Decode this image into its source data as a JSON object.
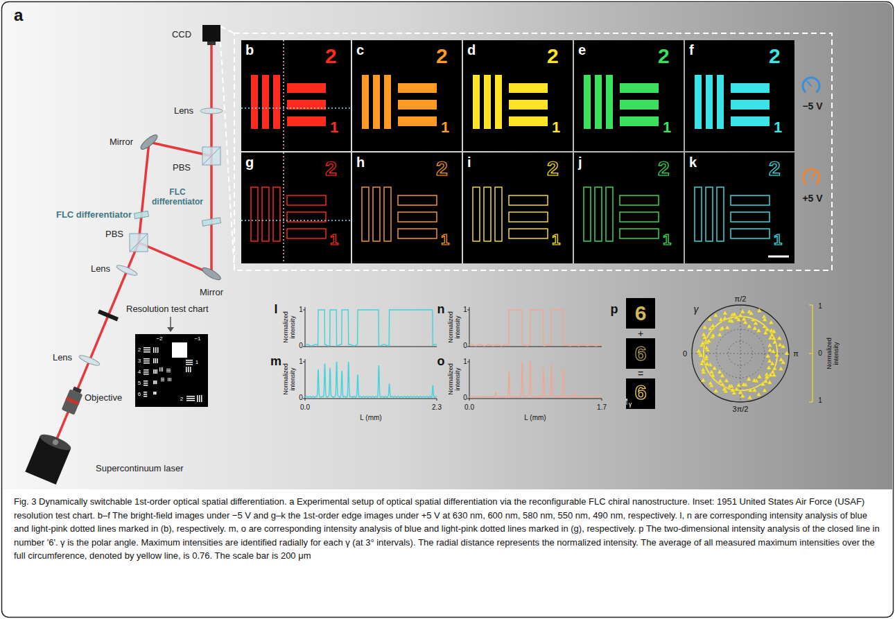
{
  "diagram": {
    "caption": "Fig. 3 Dynamically switchable 1st-order optical spatial differentiation. a Experimental setup of optical spatial differentiation via the reconfigurable FLC chiral nanostructure. Inset: 1951 United States Air Force (USAF) resolution test chart. b–f The bright-field images under −5 V and g–k the 1st-order edge images under +5 V at 630 nm, 600 nm, 580 nm, 550 nm, 490 nm, respectively. l, n are corresponding intensity analysis of blue and light-pink dotted lines marked in (b), respectively. m, o are corresponding intensity analysis of blue and light-pink dotted lines marked in (g), respectively. p The two-dimensional intensity analysis of the closed line in number '6'. γ is the polar angle. Maximum intensities are identified radially for each γ (at 3° intervals). The radial distance represents the normalized intensity. The average of all measured maximum intensities over the full circumference, denoted by yellow line, is 0.76. The scale bar is 200 μm",
    "nodes": [
      {
        "text": [
          "b",
          "2",
          "1"
        ]
      },
      {
        "text": [
          "c",
          "2",
          "1"
        ]
      },
      {
        "text": [
          "d",
          "2",
          "1"
        ]
      },
      {
        "text": [
          "e",
          "2",
          "1"
        ]
      },
      {
        "text": [
          "f",
          "2",
          "1"
        ]
      },
      {
        "text": [
          "g",
          "2",
          "1"
        ]
      },
      {
        "text": [
          "h",
          "2",
          "1"
        ]
      },
      {
        "text": [
          "i",
          "2",
          "1"
        ]
      },
      {
        "text": [
          "j",
          "2",
          "1"
        ]
      },
      {
        "text": [
          "k",
          "2",
          "1"
        ]
      }
    ],
    "labels": [
      "a",
      "CCD",
      "Lens",
      "Mirror",
      "PBS",
      "FLC differentiator",
      "Mirror",
      "FLC differentiator",
      "PBS",
      "Lens",
      "Resolution test chart",
      "Lens",
      "Objective",
      "Supercontinuum laser",
      "−2",
      "−1",
      "2",
      "3",
      "4",
      "5",
      "6",
      "1",
      "2",
      "−5 V",
      "+5 V",
      "l",
      "Normalized intensity",
      "1",
      "0",
      "m",
      "Normalized intensity",
      "1",
      "0",
      "0.0",
      "2.3",
      "L (mm)",
      "n",
      "Normalized intensity",
      "1",
      "0",
      "o",
      "Normalized intensity",
      "1",
      "0",
      "0.0",
      "1.7",
      "L (mm)",
      "p",
      "6",
      "+",
      "6",
      "=",
      "6",
      "γ",
      "γ",
      "π/2",
      "0",
      "π",
      "3π/2",
      "1",
      "0",
      "1",
      "Normalized intensity"
    ]
  }
}
